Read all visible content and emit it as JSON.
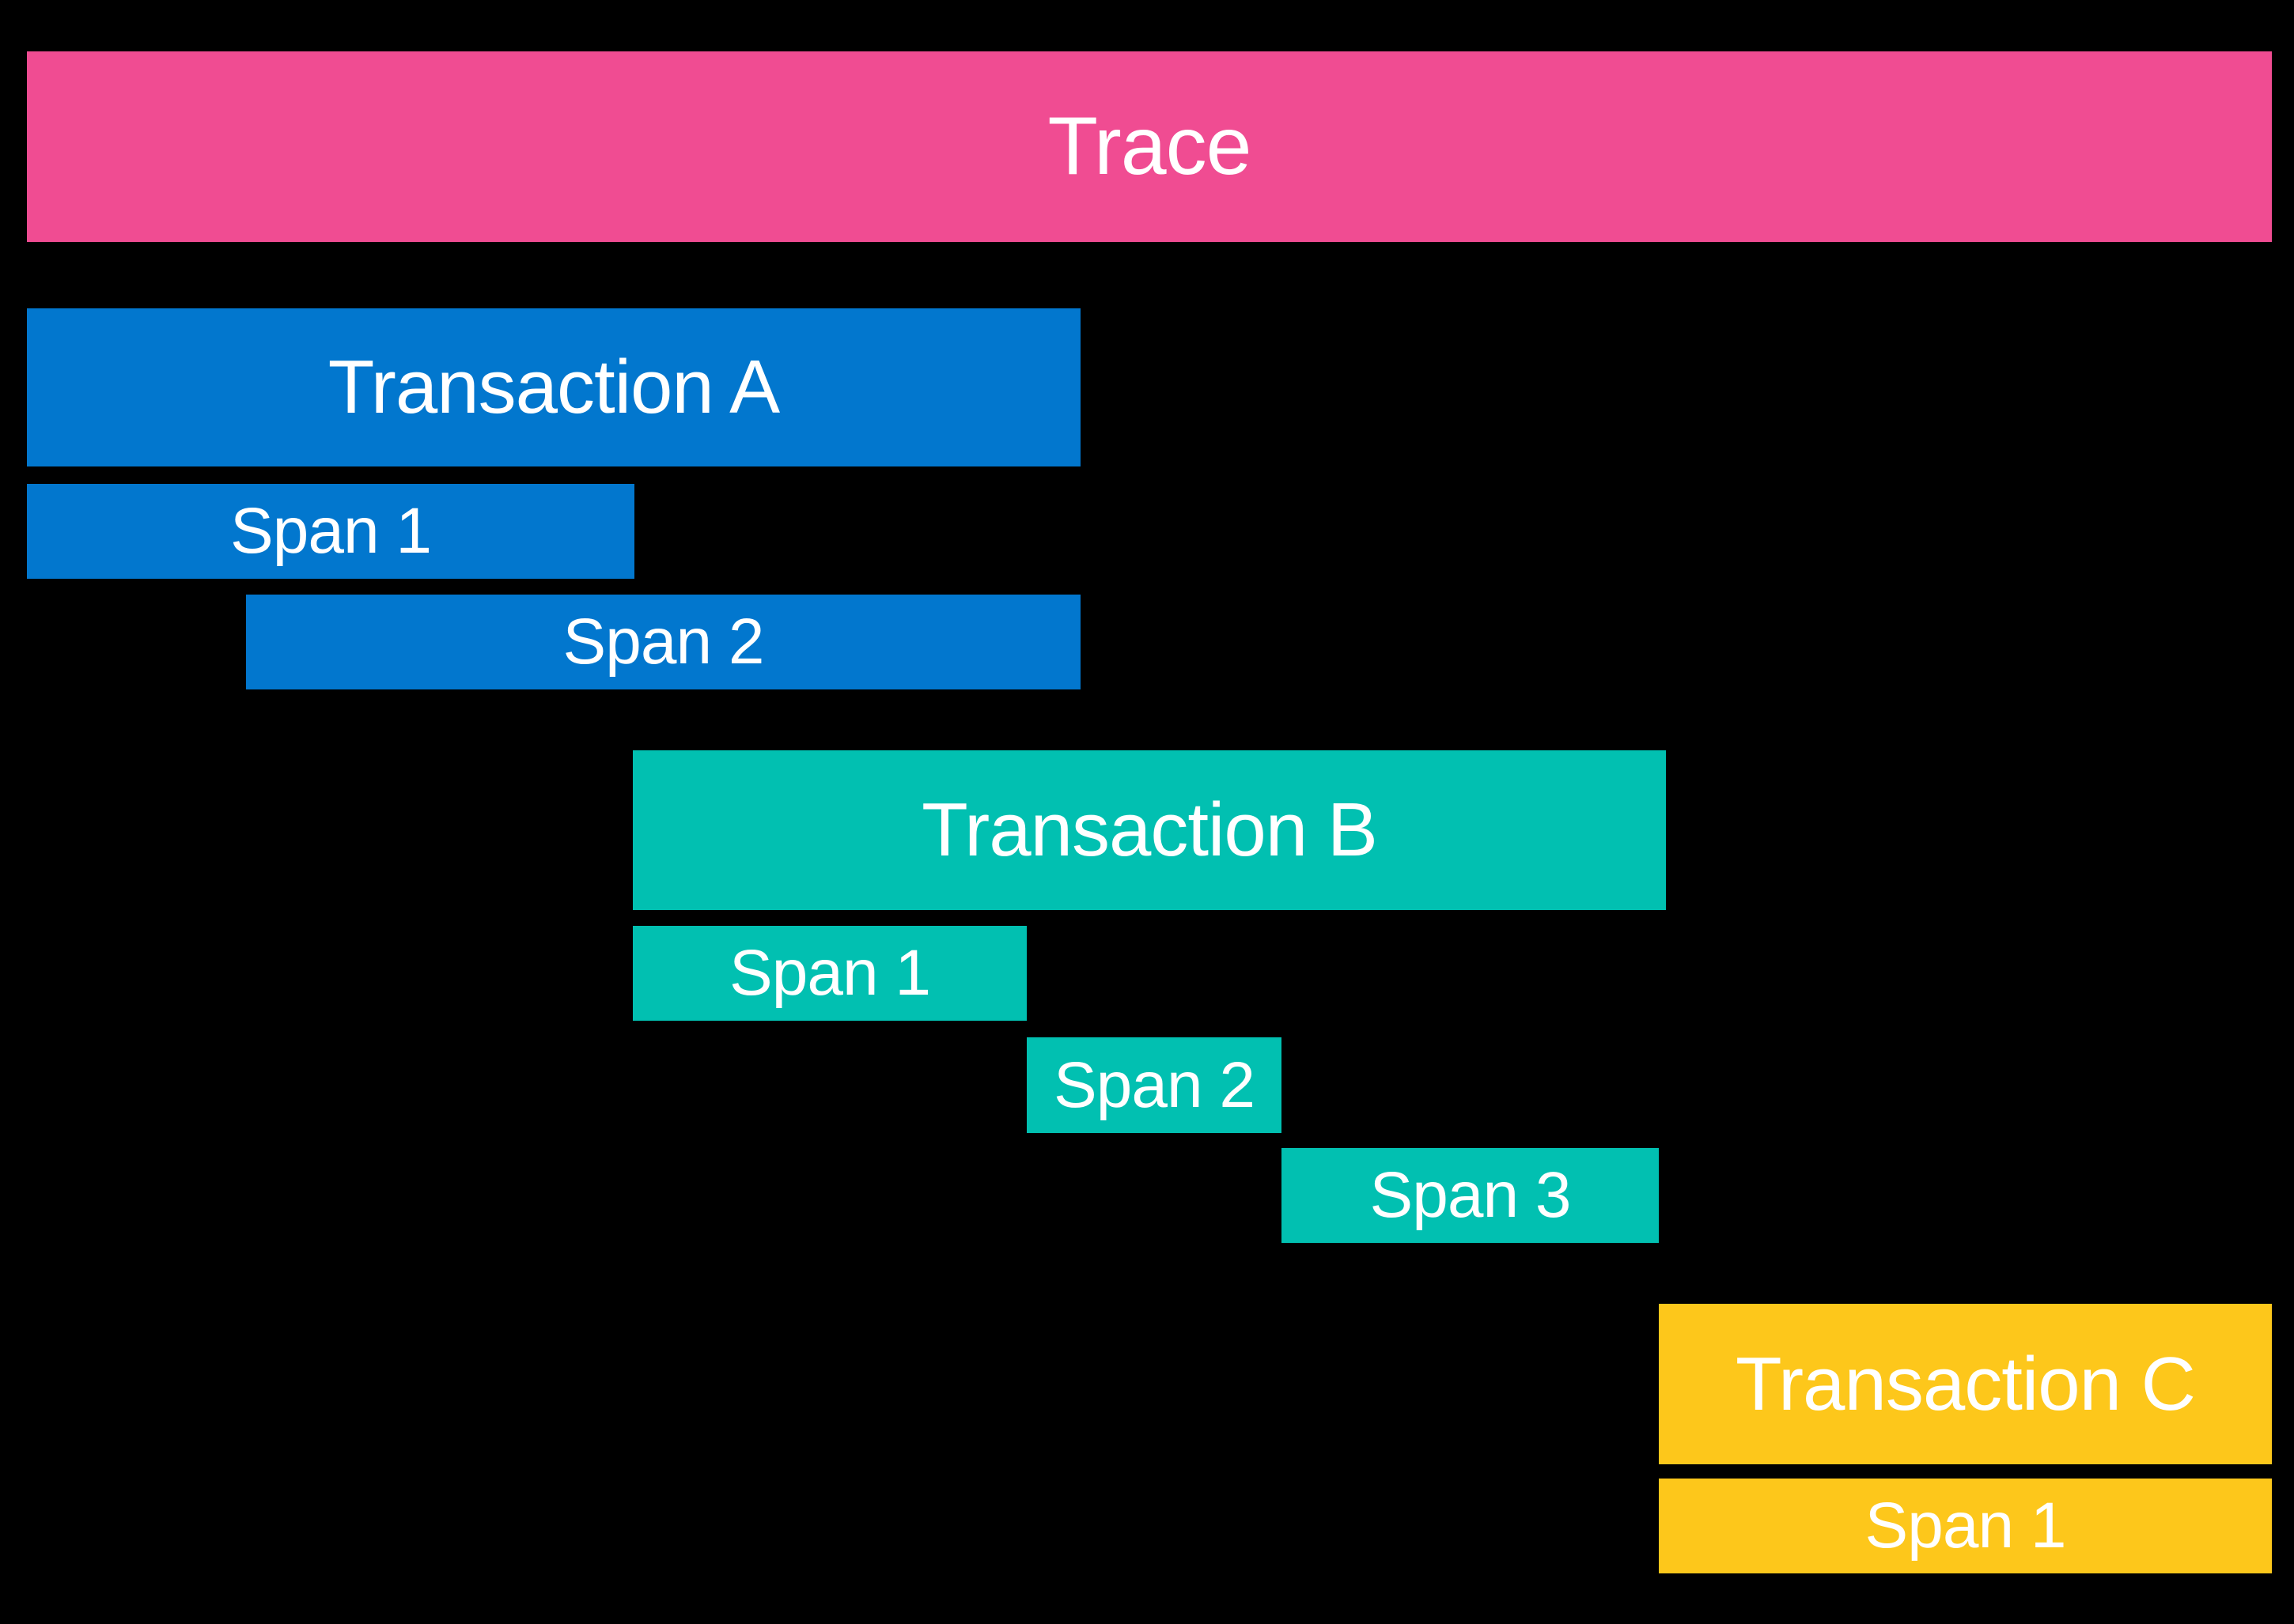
{
  "canvas": {
    "background": "#000000",
    "text_color": "#ffffff"
  },
  "trace": {
    "label": "Trace",
    "color": "#F04C92"
  },
  "transactions": [
    {
      "id": "A",
      "label": "Transaction A",
      "color": "#0277CE",
      "spans": [
        {
          "label": "Span 1"
        },
        {
          "label": "Span 2"
        }
      ]
    },
    {
      "id": "B",
      "label": "Transaction B",
      "color": "#01C0B1",
      "spans": [
        {
          "label": "Span 1"
        },
        {
          "label": "Span 2"
        },
        {
          "label": "Span 3"
        }
      ]
    },
    {
      "id": "C",
      "label": "Transaction C",
      "color": "#FDC71B",
      "spans": [
        {
          "label": "Span 1"
        }
      ]
    }
  ]
}
